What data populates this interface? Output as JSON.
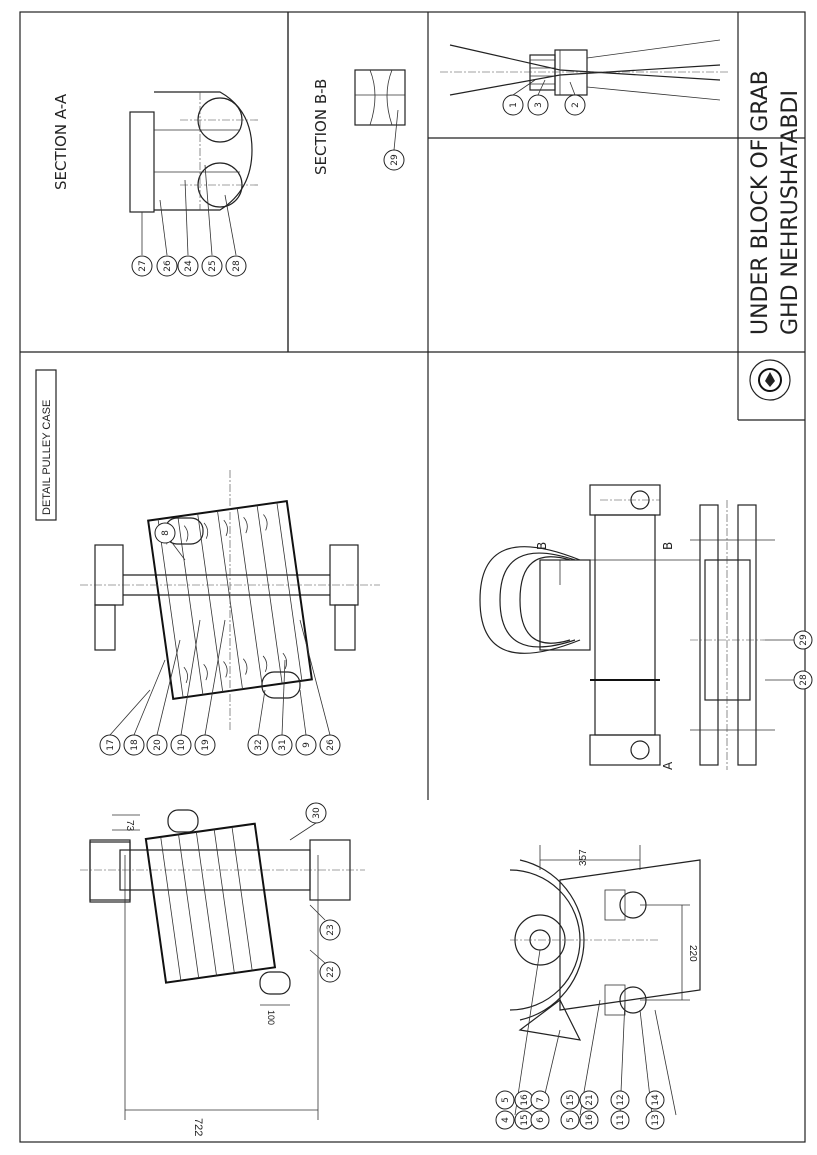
{
  "title_block": {
    "line1": "UNDER BLOCK  OF GRAB",
    "line2": "GHD  NEHRUSHATABDI"
  },
  "views": {
    "section_aa": "SECTION A-A",
    "section_bb": "SECTION B-B",
    "detail": "DETAIL PULLEY CASE"
  },
  "cut_markers": {
    "b": "B",
    "a": "A"
  },
  "dimensions": {
    "d73": "73",
    "d722": "722",
    "d100": "100",
    "d357": "357",
    "d220": "220"
  },
  "callouts": {
    "c1": "1",
    "c2": "2",
    "c3": "3",
    "c4": "4",
    "c5": "5",
    "c6": "6",
    "c7": "7",
    "c8": "8",
    "c9": "9",
    "c10": "10",
    "c11": "11",
    "c12": "12",
    "c13": "13",
    "c14": "14",
    "c15": "15",
    "c16": "16",
    "c17": "17",
    "c18": "18",
    "c19": "19",
    "c20": "20",
    "c21": "21",
    "c22": "22",
    "c23": "23",
    "c24": "24",
    "c25": "25",
    "c26": "26",
    "c27": "27",
    "c28": "28",
    "c29": "29",
    "c30": "30",
    "c31": "31",
    "c32": "32"
  }
}
